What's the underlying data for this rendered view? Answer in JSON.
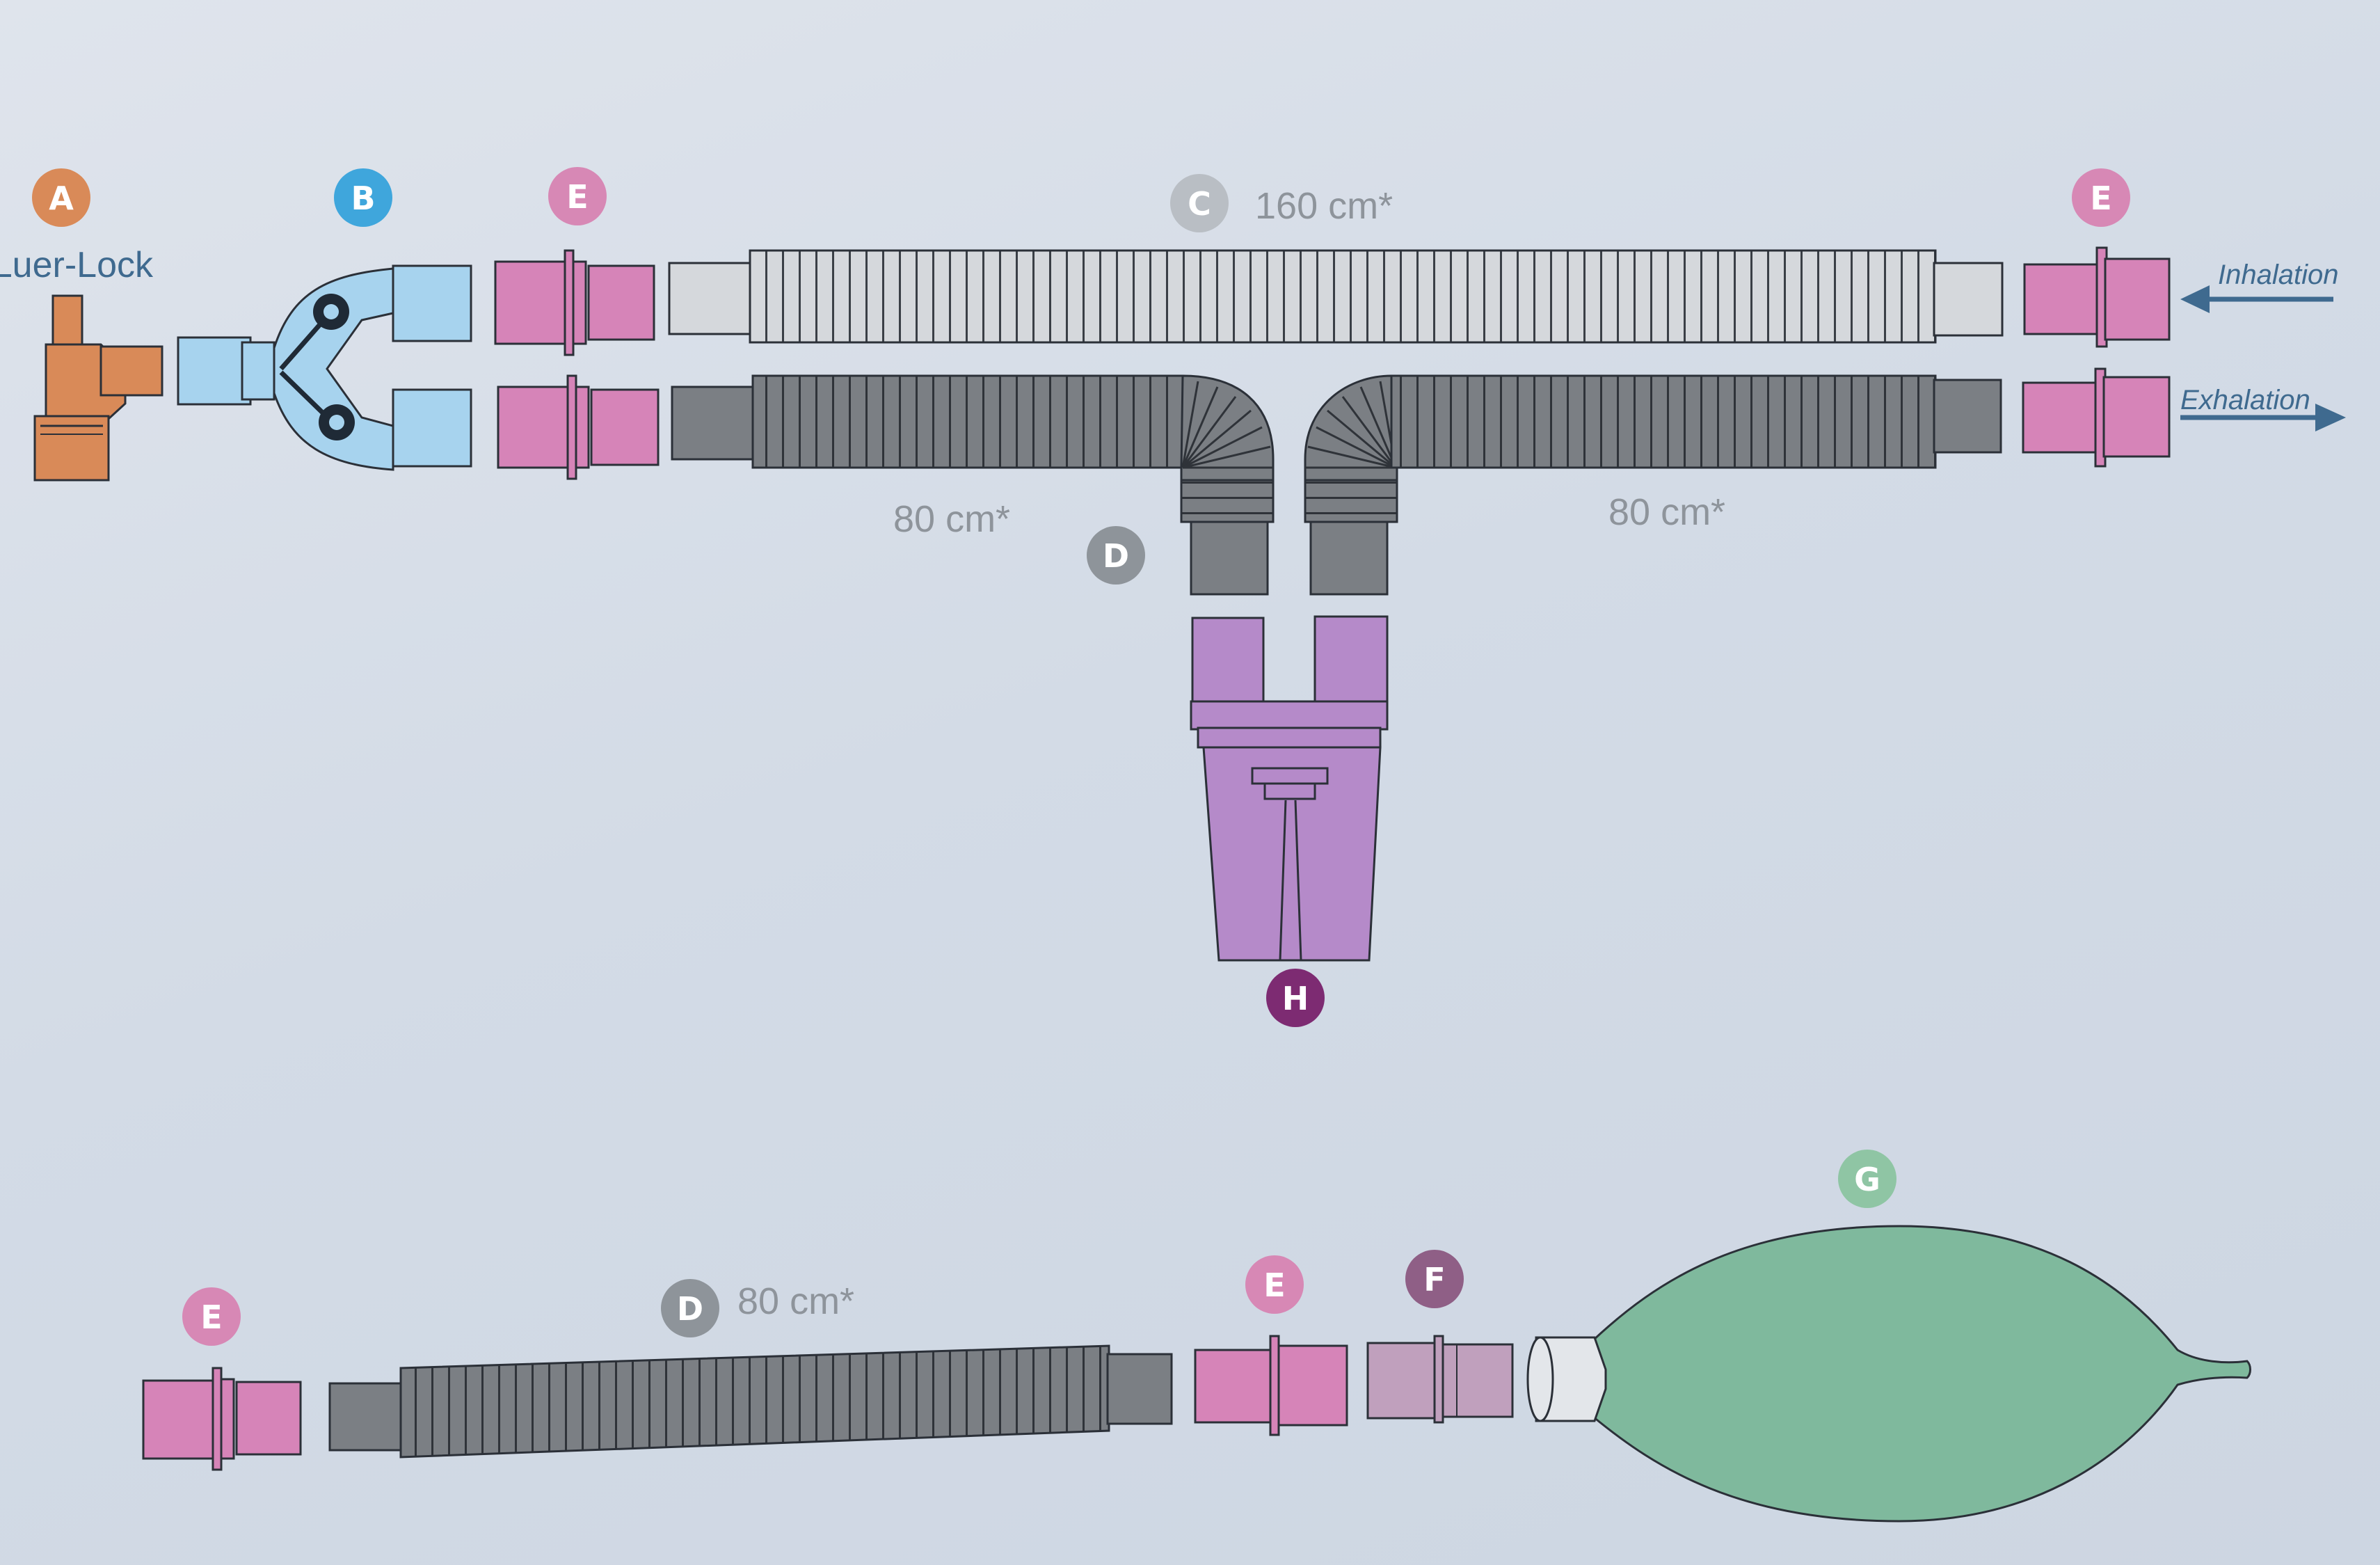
{
  "colors": {
    "A": "#d98a58",
    "B": "#3fa6dc",
    "C": "#b9bec4",
    "D": "#8e949a",
    "E": "#d788b5",
    "F": "#8f5f86",
    "G": "#8fc5a4",
    "H": "#7d2b72",
    "flow_arrow": "#3f6a8f",
    "tube_light": "#d5d8dc",
    "tube_dark": "#7b7f84",
    "adapter_pink": "#d684b8",
    "y_piece_blue": "#a7d3ee",
    "connector_purple": "#b58ac9",
    "bag_green": "#7fb99d"
  },
  "badges": {
    "A": "A",
    "B": "B",
    "C": "C",
    "D": "D",
    "E": "E",
    "F": "F",
    "G": "G",
    "H": "H"
  },
  "labels": {
    "luer_lock": "Luer-Lock",
    "inhalation": "Inhalation",
    "exhalation": "Exhalation",
    "tube_c_length": "160 cm*",
    "tube_d_left_length": "80 cm*",
    "tube_d_right_length": "80 cm*",
    "tube_d_bottom_length": "80 cm*"
  },
  "icons": {
    "inhalation_arrow": "arrow-left-icon",
    "exhalation_arrow": "arrow-right-icon"
  }
}
